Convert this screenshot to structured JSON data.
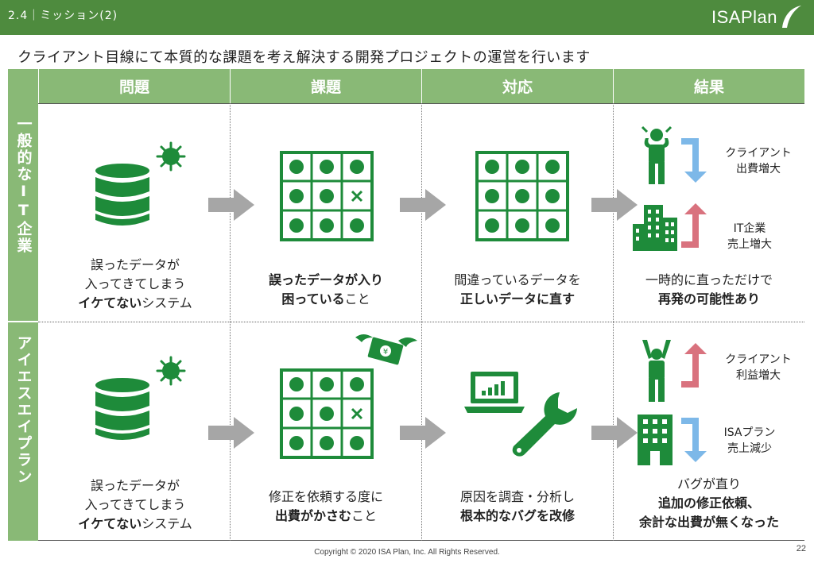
{
  "header": {
    "section": "2.4｜ミッション(2)",
    "logo": "ISAPlan"
  },
  "headline": "クライアント目線にて本質的な課題を考え解決する開発プロジェクトの運営を行います",
  "columns": [
    "問題",
    "課題",
    "対応",
    "結果"
  ],
  "rows": [
    {
      "label": "一般的なIT企業",
      "problem": {
        "l1": "誤ったデータが",
        "l2": "入ってきてしまう",
        "l3_bold": "イケてない",
        "l3_rest": "システム"
      },
      "issue": {
        "l1_bold": "誤ったデータが入り",
        "l2_bold": "困っている",
        "l2_rest": "こと"
      },
      "response": {
        "l1": "間違っているデータを",
        "l2_bold": "正しいデータに直す"
      },
      "result": {
        "l1": "一時的に直っただけで",
        "l2_bold": "再発の可能性あり"
      },
      "legend": {
        "top": [
          "クライアント",
          "出費増大"
        ],
        "bottom": [
          "IT企業",
          "売上増大"
        ]
      }
    },
    {
      "label": "アイエスエイプラン",
      "problem": {
        "l1": "誤ったデータが",
        "l2": "入ってきてしまう",
        "l3_bold": "イケてない",
        "l3_rest": "システム"
      },
      "issue": {
        "l1": "修正を依頼する度に",
        "l2_bold": "出費がかさむ",
        "l2_rest": "こと"
      },
      "response": {
        "l1": "原因を調査・分析し",
        "l2_bold": "根本的なバグを改修"
      },
      "result": {
        "l1": "バグが直り",
        "l2_bold": "追加の修正依頼、",
        "l3_bold": "余計な出費が無くなった"
      },
      "legend": {
        "top": [
          "クライアント",
          "利益増大"
        ],
        "bottom": [
          "ISAプラン",
          "売上減少"
        ]
      }
    }
  ],
  "footer": "Copyright © 2020 ISA Plan, Inc. All Rights Reserved.",
  "page_number": "22",
  "colors": {
    "brand_green": "#4e8b3e",
    "header_green": "#89b976",
    "icon_green": "#1e8b3a",
    "up_red": "#d9727e",
    "down_blue": "#7db8e8",
    "arrow_gray": "#a6a6a6"
  }
}
